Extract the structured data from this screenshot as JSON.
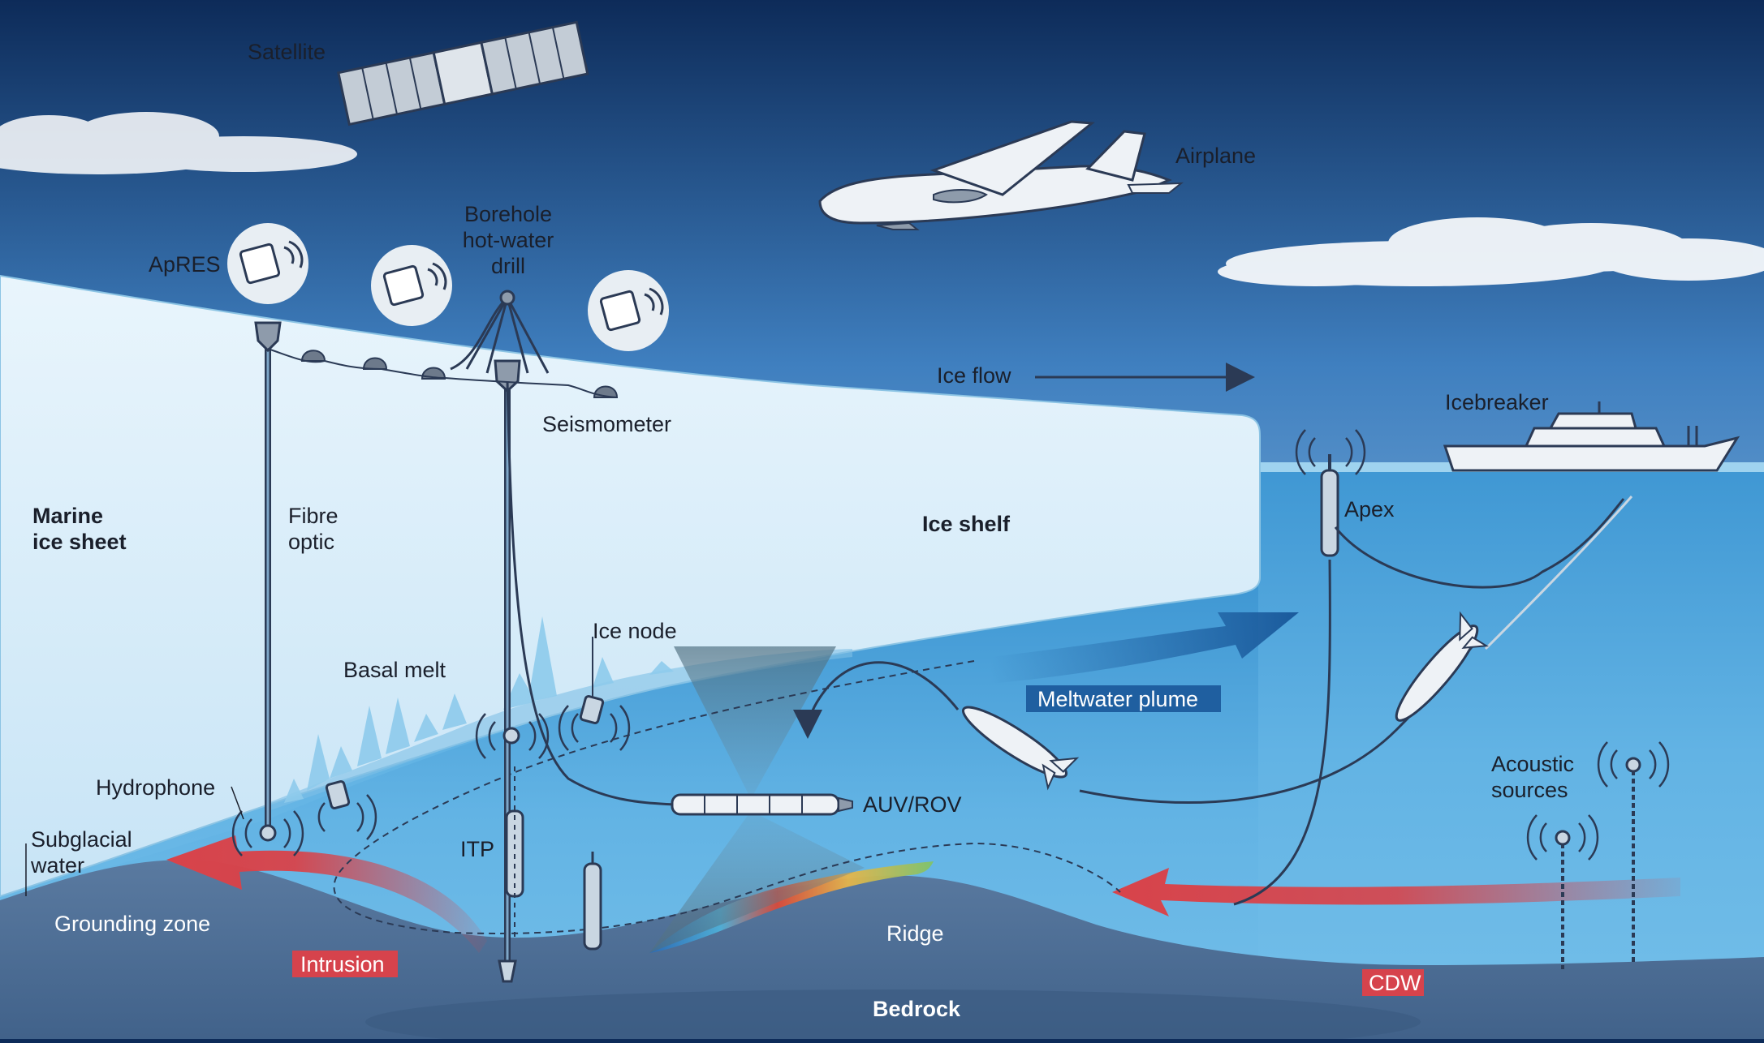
{
  "labels": {
    "satellite": "Satellite",
    "airplane": "Airplane",
    "apres": "ApRES",
    "borehole_line1": "Borehole",
    "borehole_line2": "hot-water",
    "borehole_line3": "drill",
    "seismometer": "Seismometer",
    "ice_flow": "Ice flow",
    "icebreaker": "Icebreaker",
    "marine_ice_sheet_line1": "Marine",
    "marine_ice_sheet_line2": "ice sheet",
    "fibre_optic_line1": "Fibre",
    "fibre_optic_line2": "optic",
    "ice_shelf": "Ice shelf",
    "apex": "Apex",
    "ice_node": "Ice node",
    "basal_melt": "Basal melt",
    "meltwater_plume": "Meltwater plume",
    "hydrophone": "Hydrophone",
    "auv_rov": "AUV/ROV",
    "acoustic_sources_line1": "Acoustic",
    "acoustic_sources_line2": "sources",
    "subglacial_water_line1": "Subglacial",
    "subglacial_water_line2": "water",
    "itp": "ITP",
    "grounding_zone": "Grounding zone",
    "ridge": "Ridge",
    "intrusion": "Intrusion",
    "cdw": "CDW",
    "bedrock": "Bedrock"
  },
  "colors": {
    "sky_top": "#0d2b59",
    "sky_bottom": "#b4daf2",
    "ice": "#d6ecf8",
    "ocean": "#5aaee0",
    "bedrock": "#4d6f95",
    "warm_arrow": "#d8434a",
    "meltwater_tag": "#1f5fa0",
    "red_tag": "#d6434c",
    "instrument": "#2b3a55"
  }
}
